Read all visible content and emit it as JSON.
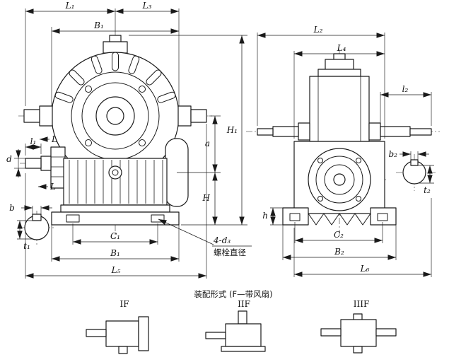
{
  "colors": {
    "ink": "#1a1a1a",
    "background": "#ffffff"
  },
  "drawing": {
    "front_view": {
      "dim_L1": "L₁",
      "dim_L3": "L₃",
      "dim_B1_top": "B₁",
      "dim_l1": "l₁",
      "dim_d": "d",
      "section_mark": "L",
      "dim_b": "b",
      "dim_t1": "t₁",
      "dim_a": "a",
      "dim_H1": "H₁",
      "dim_H": "H",
      "dim_C1": "C₁",
      "dim_B1_bottom": "B₁",
      "dim_L5": "L₅",
      "callout_bolt": "4-d₃",
      "callout_bolt_note": "螺栓直径"
    },
    "side_view": {
      "dim_L2": "L₂",
      "dim_L4": "L₄",
      "dim_l2": "l₂",
      "dim_h": "h",
      "dim_b2": "b₂",
      "dim_t2": "t₂",
      "dim_C2": "C₂",
      "dim_B2": "B₂",
      "dim_L6": "L₆"
    },
    "assembly": {
      "title": "装配形式 (F—带风扇)",
      "forms": [
        {
          "label": "IF"
        },
        {
          "label": "IIF"
        },
        {
          "label": "IIIF"
        }
      ]
    }
  }
}
